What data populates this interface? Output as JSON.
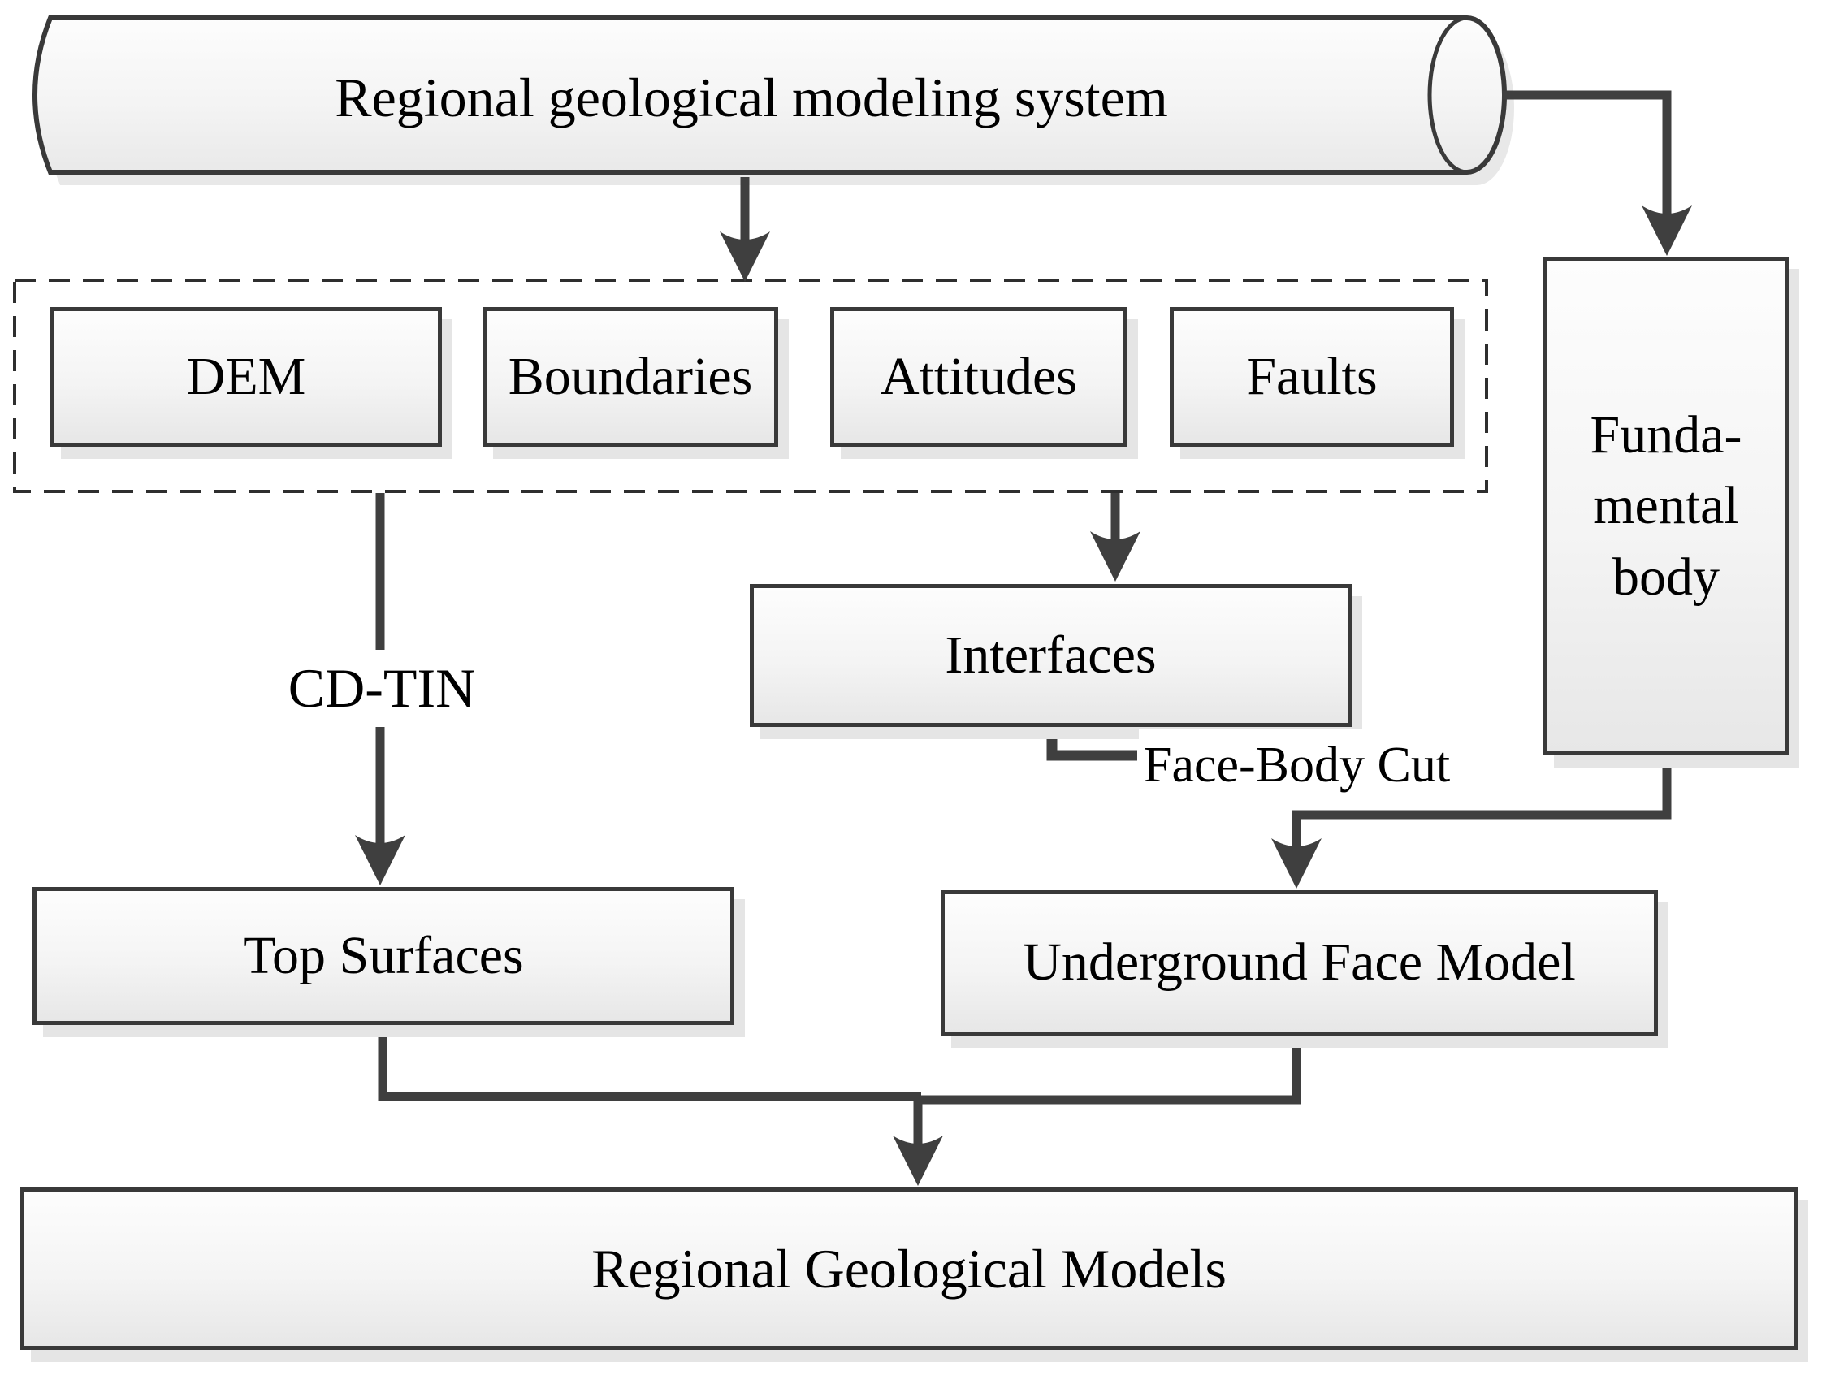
{
  "diagram_type": "flowchart",
  "colors": {
    "background": "#ffffff",
    "connector": "#3f3f3f",
    "box_border": "#393939",
    "dashed_border": "#2e2e2e",
    "box_fill_top": "#fdfdfd",
    "box_fill_bottom": "#e7e7e7",
    "shadow": "#e5e5e5",
    "text": "#000000"
  },
  "nodes": {
    "system_cylinder": {
      "label": "Regional geological modeling system",
      "shape": "cylinder"
    },
    "dem": {
      "label": "DEM",
      "shape": "rectangle"
    },
    "boundaries": {
      "label": "Boundaries",
      "shape": "rectangle"
    },
    "attitudes": {
      "label": "Attitudes",
      "shape": "rectangle"
    },
    "faults": {
      "label": "Faults",
      "shape": "rectangle"
    },
    "fundamental_body": {
      "lines": [
        "Funda-",
        "mental",
        "body"
      ],
      "shape": "rectangle"
    },
    "interfaces": {
      "label": "Interfaces",
      "shape": "rectangle"
    },
    "top_surfaces": {
      "label": "Top Surfaces",
      "shape": "rectangle"
    },
    "underground_face_model": {
      "label": "Underground Face Model",
      "shape": "rectangle"
    },
    "regional_geological_models": {
      "label": "Regional Geological Models",
      "shape": "rectangle"
    }
  },
  "edge_labels": {
    "cd_tin": "CD-TIN",
    "face_body_cut": "Face-Body Cut"
  },
  "edges": [
    {
      "from": "system_cylinder",
      "to": "input_group",
      "label": ""
    },
    {
      "from": "system_cylinder",
      "to": "fundamental_body",
      "label": ""
    },
    {
      "from": "input_group",
      "to": "interfaces",
      "label": ""
    },
    {
      "from": "input_group",
      "to": "top_surfaces",
      "label": "CD-TIN"
    },
    {
      "from": "interfaces",
      "to": "underground_face_model",
      "label": "Face-Body Cut"
    },
    {
      "from": "fundamental_body",
      "to": "underground_face_model",
      "label": ""
    },
    {
      "from": "top_surfaces",
      "to": "regional_geological_models",
      "label": ""
    },
    {
      "from": "underground_face_model",
      "to": "regional_geological_models",
      "label": ""
    }
  ],
  "groups": {
    "input_group": {
      "members": [
        "dem",
        "boundaries",
        "attitudes",
        "faults"
      ],
      "style": "dashed"
    }
  }
}
